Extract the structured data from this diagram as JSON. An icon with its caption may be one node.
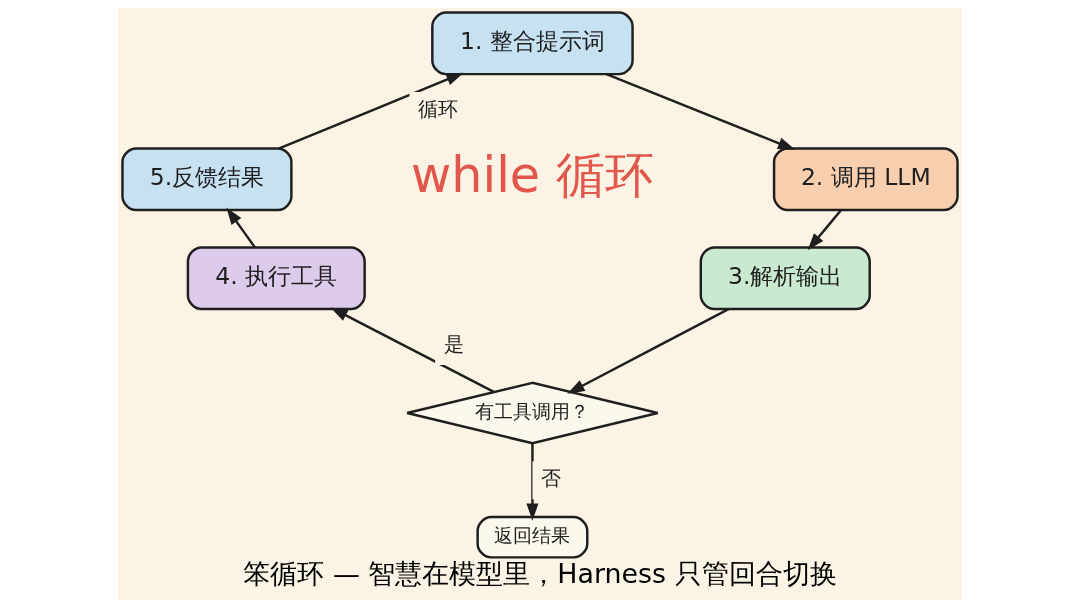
{
  "diagram": {
    "caption": "笨循环 — 智慧在模型里，Harness 只管回合切换",
    "nodes": [
      {
        "text": [
          "1. 整合提示词"
        ]
      },
      {
        "text": [
          "2. 调用 LLM"
        ]
      },
      {
        "text": [
          "3.解析输出"
        ]
      },
      {
        "text": [
          "有工具调用？"
        ]
      },
      {
        "text": [
          "4. 执行工具"
        ]
      },
      {
        "text": [
          "5.反馈结果"
        ]
      },
      {
        "text": [
          "返回结果"
        ]
      }
    ],
    "edges": [
      {
        "from": 5,
        "to": 0,
        "arrow": "to",
        "label": "循环"
      },
      {
        "from": 0,
        "to": 1,
        "arrow": "to"
      },
      {
        "from": 1,
        "to": 2,
        "arrow": "to"
      },
      {
        "from": 2,
        "to": 3,
        "arrow": "to"
      },
      {
        "from": 3,
        "to": 4,
        "arrow": "to",
        "label": "是"
      },
      {
        "from": 3,
        "to": 6,
        "arrow": "to",
        "label": "否"
      },
      {
        "from": 4,
        "to": 5,
        "arrow": "to"
      }
    ],
    "labels": [
      "while 循环"
    ]
  }
}
